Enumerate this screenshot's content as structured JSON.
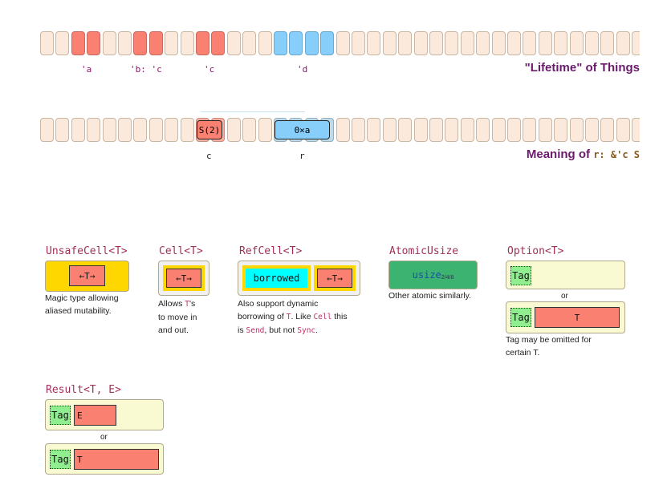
{
  "lifetime_section": {
    "heading": "\"Lifetime\" of Things",
    "labels": [
      "'a",
      "'b: 'c",
      "'c",
      "'d"
    ],
    "strip": {
      "cell_count": 39,
      "red_cells": [
        2,
        3,
        6,
        7,
        10,
        11
      ],
      "blue_cells": [
        15,
        16,
        17,
        18
      ]
    }
  },
  "meaning_section": {
    "heading_prefix": "Meaning of ",
    "heading_code": "r: &'c S",
    "value_label": "S(2)",
    "pointer_label": "0×a",
    "labels": [
      "c",
      "r"
    ],
    "strip": {
      "cell_count": 39
    }
  },
  "types": {
    "unsafecell": {
      "name": "UnsafeCell<T>",
      "inner": "←T→",
      "desc_line1": "Magic type allowing",
      "desc_line2": "aliased mutability."
    },
    "cell": {
      "name": "Cell<T>",
      "inner": "←T→",
      "desc_line1": "Allows ",
      "desc_code": "T",
      "desc_line1b": "'s",
      "desc_line2": "to move in",
      "desc_line3": "and out."
    },
    "refcell": {
      "name": "RefCell<T>",
      "borrowed": "borrowed",
      "inner": "←T→",
      "desc_line1": "Also support dynamic",
      "desc_line2a": "borrowing of ",
      "desc_line2_code1": "T",
      "desc_line2b": ". Like ",
      "desc_line2_code2": "Cell",
      "desc_line2c": " this",
      "desc_line3a": "is ",
      "desc_line3_code1": "Send",
      "desc_line3b": ", but not ",
      "desc_line3_code2": "Sync",
      "desc_line3c": "."
    },
    "atomicusize": {
      "name": "AtomicUsize",
      "inner": "usize",
      "sub": "2/4/8",
      "desc": "Other atomic similarly."
    },
    "option": {
      "name": "Option<T>",
      "tag": "Tag",
      "or": "or",
      "t": "T",
      "desc_line1": "Tag may be omitted for",
      "desc_line2": "certain T."
    },
    "result": {
      "name": "Result<T, E>",
      "tag": "Tag",
      "e": "E",
      "or": "or",
      "t": "T"
    }
  },
  "colors": {
    "memory_cell": "#fbeadb",
    "red": "#fa8072",
    "blue": "#87cefa",
    "gold": "#ffd700",
    "cyan": "#00ffff",
    "green_atomic": "#3cb371",
    "tag_green": "#90ee90",
    "option_bg": "#fafad2",
    "heading": "#6b1a6b"
  }
}
